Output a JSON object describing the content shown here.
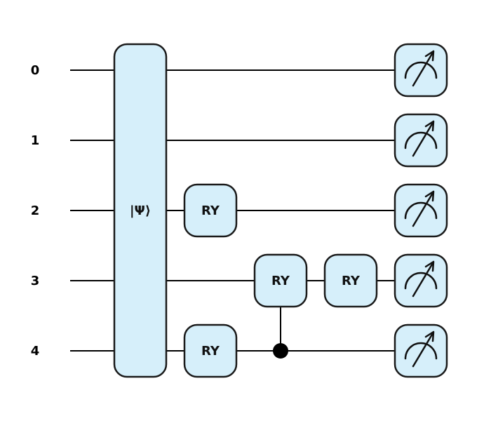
{
  "circuit": {
    "qubits": [
      "0",
      "1",
      "2",
      "3",
      "4"
    ],
    "state_prep": {
      "label": "|Ψ⟩",
      "qubits": [
        0,
        1,
        2,
        3,
        4
      ]
    },
    "gates": [
      {
        "name": "RY",
        "qubit": 2,
        "step": 1
      },
      {
        "name": "RY",
        "qubit": 4,
        "step": 1
      },
      {
        "name": "RY",
        "qubit": 3,
        "step": 2,
        "control": 4
      },
      {
        "name": "RY",
        "qubit": 3,
        "step": 3
      }
    ],
    "measurements": [
      0,
      1,
      2,
      3,
      4
    ],
    "colors": {
      "gate_fill": "#d6effa",
      "gate_stroke": "#1a1a1a",
      "wire": "#000000"
    }
  }
}
